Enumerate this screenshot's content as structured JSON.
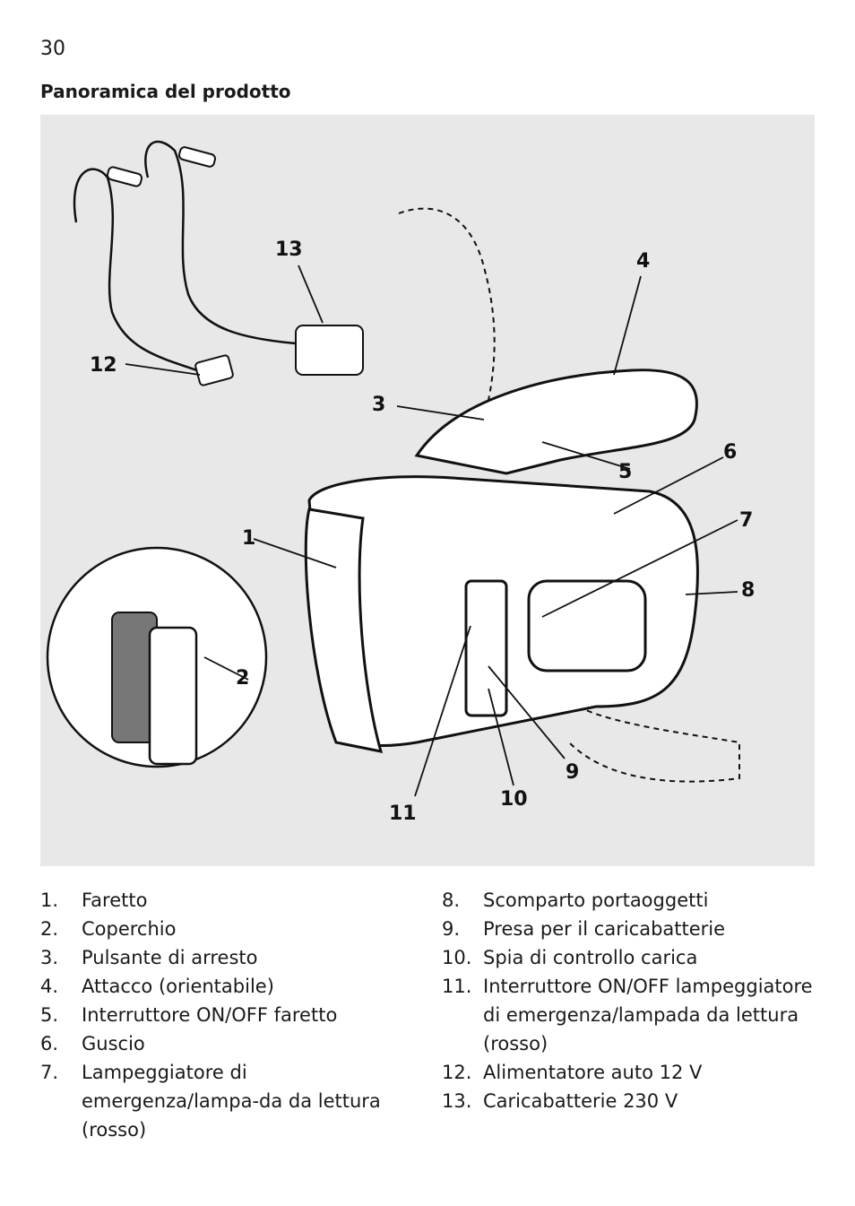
{
  "page": {
    "number": "30",
    "title": "Panoramica del prodotto"
  },
  "figure": {
    "callouts": [
      "1",
      "2",
      "3",
      "4",
      "5",
      "6",
      "7",
      "8",
      "9",
      "10",
      "11",
      "12",
      "13"
    ]
  },
  "legend": {
    "left": [
      {
        "num": "1.",
        "text": "Faretto"
      },
      {
        "num": "2.",
        "text": "Coperchio"
      },
      {
        "num": "3.",
        "text": "Pulsante di arresto"
      },
      {
        "num": "4.",
        "text": "Attacco (orientabile)"
      },
      {
        "num": "5.",
        "text": "Interruttore ON/OFF faretto"
      },
      {
        "num": "6.",
        "text": "Guscio"
      },
      {
        "num": "7.",
        "text": "Lampeggiatore di emergenza/lampa-da da lettura (rosso)"
      }
    ],
    "right": [
      {
        "num": "8.",
        "text": "Scomparto portaoggetti"
      },
      {
        "num": "9.",
        "text": "Presa per il caricabatterie"
      },
      {
        "num": "10.",
        "text": "Spia di controllo carica"
      },
      {
        "num": "11.",
        "text": "Interruttore ON/OFF lampeggiatore di emergenza/lampada da lettura (rosso)"
      },
      {
        "num": "12.",
        "text": "Alimentatore auto 12 V"
      },
      {
        "num": "13.",
        "text": "Caricabatterie 230 V"
      }
    ]
  },
  "colors": {
    "figure_bg": "#e8e8e8",
    "line": "#111111"
  }
}
